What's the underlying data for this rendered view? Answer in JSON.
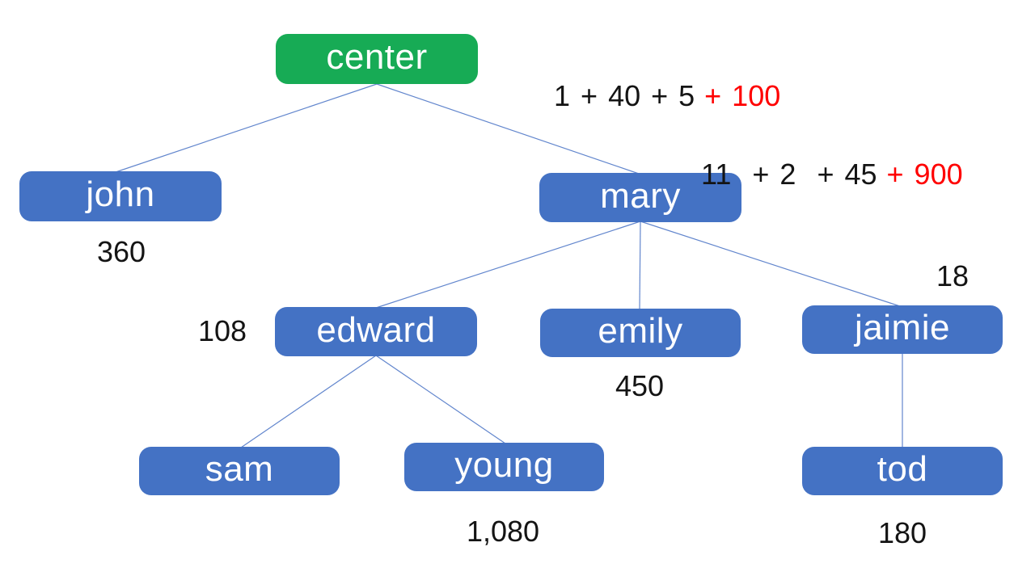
{
  "colors": {
    "green": "#17ab55",
    "blue": "#4472c4",
    "red": "#ff0000",
    "ink": "#141414",
    "edge": "#6286cd"
  },
  "tree": {
    "nodes": {
      "center": {
        "label": "center"
      },
      "john": {
        "label": "john",
        "value": "360"
      },
      "mary": {
        "label": "mary"
      },
      "edward": {
        "label": "edward",
        "value": "108"
      },
      "emily": {
        "label": "emily",
        "value": "450"
      },
      "jaimie": {
        "label": "jaimie",
        "value": "18"
      },
      "sam": {
        "label": "sam"
      },
      "young": {
        "label": "young",
        "value": "1,080"
      },
      "tod": {
        "label": "tod",
        "value": "180"
      }
    },
    "edges": [
      {
        "from": "center",
        "to": "john"
      },
      {
        "from": "center",
        "to": "mary"
      },
      {
        "from": "mary",
        "to": "edward"
      },
      {
        "from": "mary",
        "to": "emily"
      },
      {
        "from": "mary",
        "to": "jaimie"
      },
      {
        "from": "edward",
        "to": "sam"
      },
      {
        "from": "edward",
        "to": "young"
      },
      {
        "from": "jaimie",
        "to": "tod"
      }
    ],
    "annotations": {
      "center_expr": {
        "black": "1 + 40 + 5",
        "red": "+ 100"
      },
      "mary_expr": {
        "black": "11  + 2  + 45",
        "red": "+ 900"
      }
    }
  }
}
